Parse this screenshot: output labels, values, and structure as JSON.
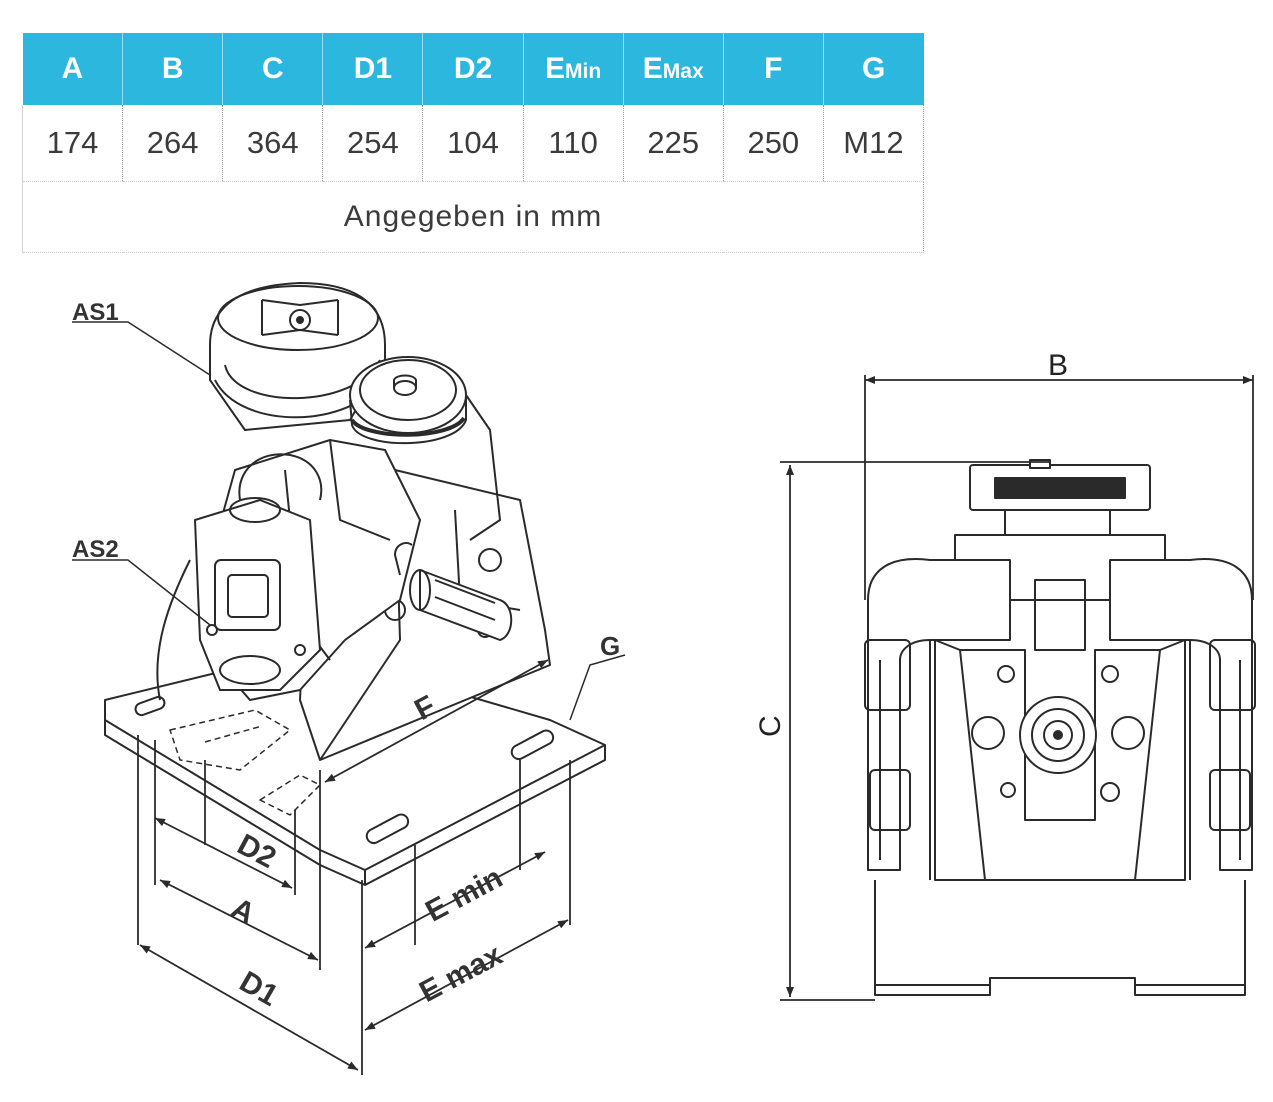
{
  "table": {
    "headers": [
      {
        "main": "A",
        "sub": ""
      },
      {
        "main": "B",
        "sub": ""
      },
      {
        "main": "C",
        "sub": ""
      },
      {
        "main": "D1",
        "sub": ""
      },
      {
        "main": "D2",
        "sub": ""
      },
      {
        "main": "E",
        "sub": "Min"
      },
      {
        "main": "E",
        "sub": "Max"
      },
      {
        "main": "F",
        "sub": ""
      },
      {
        "main": "G",
        "sub": ""
      }
    ],
    "values": [
      "174",
      "264",
      "364",
      "254",
      "104",
      "110",
      "225",
      "250",
      "M12"
    ],
    "note": "Angegeben in mm"
  },
  "iso_labels": {
    "as1": "AS1",
    "as2": "AS2",
    "f": "F",
    "g": "G",
    "d2": "D2",
    "a": "A",
    "d1": "D1",
    "emin": "E min",
    "emax": "E max"
  },
  "front_labels": {
    "b": "B",
    "c": "C"
  },
  "colors": {
    "header_bg": "#2cb7df",
    "header_text": "#ffffff",
    "line": "#2a2a2a"
  }
}
